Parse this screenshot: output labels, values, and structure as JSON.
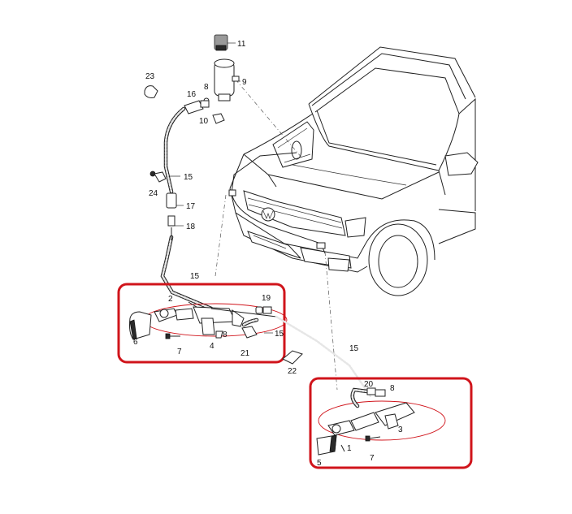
{
  "callouts": [
    {
      "id": "11",
      "text": "11"
    },
    {
      "id": "9",
      "text": "9"
    },
    {
      "id": "8a",
      "text": "8"
    },
    {
      "id": "23",
      "text": "23"
    },
    {
      "id": "16",
      "text": "16"
    },
    {
      "id": "10",
      "text": "10"
    },
    {
      "id": "15a",
      "text": "15"
    },
    {
      "id": "24",
      "text": "24"
    },
    {
      "id": "17",
      "text": "17"
    },
    {
      "id": "18",
      "text": "18"
    },
    {
      "id": "15b",
      "text": "15"
    },
    {
      "id": "2",
      "text": "2"
    },
    {
      "id": "19",
      "text": "19"
    },
    {
      "id": "15c",
      "text": "15"
    },
    {
      "id": "6",
      "text": "6"
    },
    {
      "id": "7a",
      "text": "7"
    },
    {
      "id": "4",
      "text": "4"
    },
    {
      "id": "8b",
      "text": "8"
    },
    {
      "id": "21",
      "text": "21"
    },
    {
      "id": "22",
      "text": "22"
    },
    {
      "id": "15d",
      "text": "15"
    },
    {
      "id": "20",
      "text": "20"
    },
    {
      "id": "8c",
      "text": "8"
    },
    {
      "id": "3",
      "text": "3"
    },
    {
      "id": "1",
      "text": "1"
    },
    {
      "id": "5",
      "text": "5"
    },
    {
      "id": "7b",
      "text": "7"
    }
  ],
  "colors": {
    "highlight": "#d0141b",
    "line": "#222222",
    "background": "#ffffff"
  }
}
